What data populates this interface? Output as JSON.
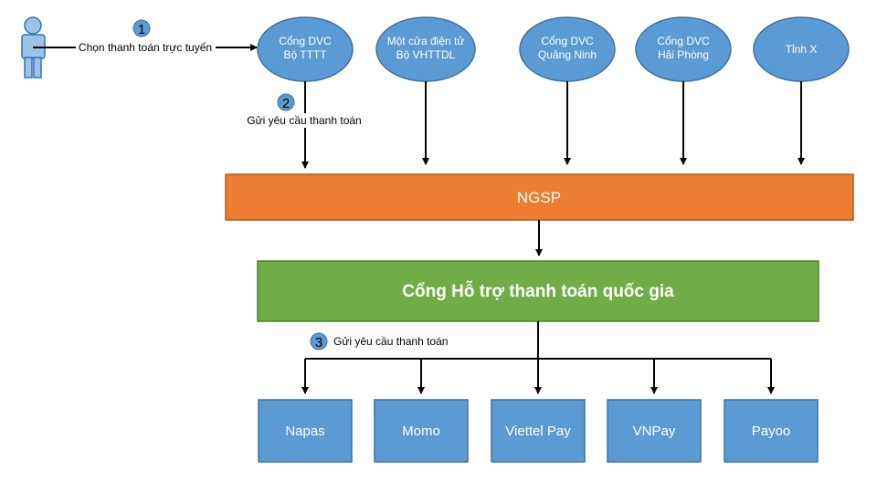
{
  "actor": {
    "step_number": "1",
    "label": "Chọn thanh toán trực tuyến"
  },
  "portals": [
    {
      "lines": [
        "Cổng DVC",
        "Bộ TTTT"
      ]
    },
    {
      "lines": [
        "Một cửa điện tử",
        "Bộ VHTTDL"
      ]
    },
    {
      "lines": [
        "Cổng DVC",
        "Quảng Ninh"
      ]
    },
    {
      "lines": [
        "Cổng DVC",
        "Hải Phòng"
      ]
    },
    {
      "lines": [
        "Tỉnh X"
      ]
    }
  ],
  "step2": {
    "step_number": "2",
    "label": "Gửi yêu cầu thanh toán"
  },
  "ngsp": {
    "label": "NGSP"
  },
  "national_gateway": {
    "label": "Cổng Hỗ trợ thanh toán quốc gia"
  },
  "step3": {
    "step_number": "3",
    "label": "Gửi yêu cầu thanh toán"
  },
  "providers": [
    {
      "label": "Napas"
    },
    {
      "label": "Momo"
    },
    {
      "label": "Viettel Pay"
    },
    {
      "label": "VNPay"
    },
    {
      "label": "Payoo"
    }
  ],
  "colors": {
    "ellipse_fill": "#5b9bd5",
    "ellipse_stroke": "#41719c",
    "ngsp_fill": "#ed7d31",
    "ngsp_stroke": "#ae5a21",
    "gateway_fill": "#70ad47",
    "gateway_stroke": "#507e32",
    "provider_fill": "#5b9bd5",
    "provider_stroke": "#41719c",
    "badge_fill": "#5b9bd5",
    "arrow": "#000000",
    "person_fill": "#9dc3e6",
    "person_stroke": "#2e75b6"
  }
}
